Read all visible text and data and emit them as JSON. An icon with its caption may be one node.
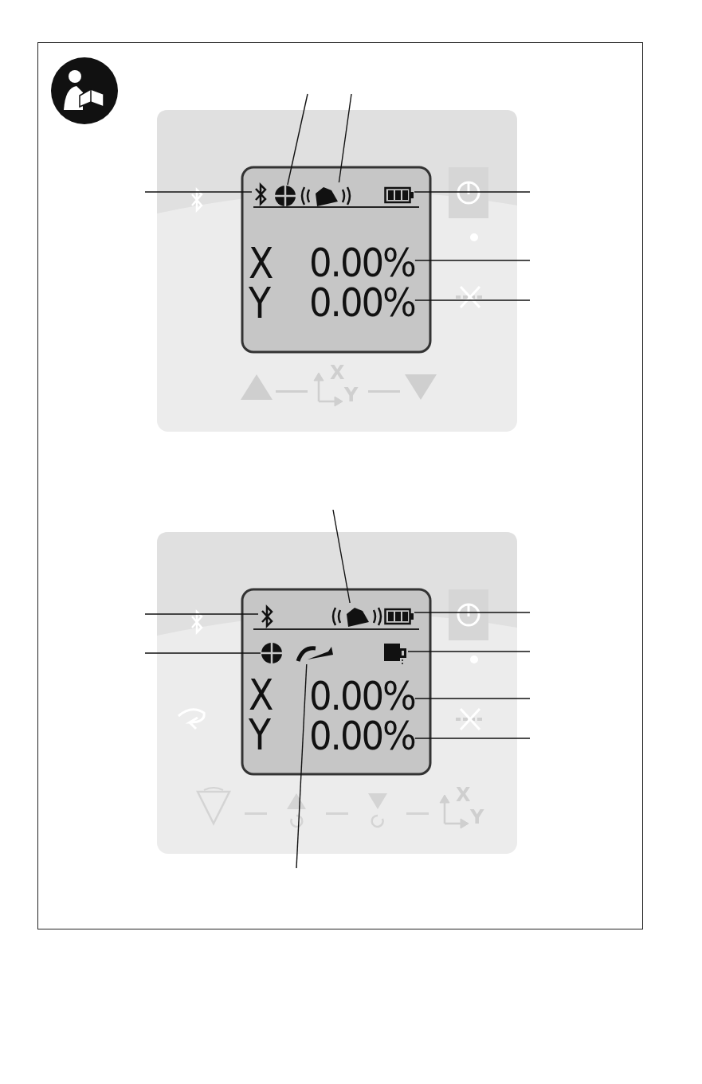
{
  "diagram": {
    "nodes": [
      {
        "text": [],
        "shape": "symbol"
      },
      {
        "text": [],
        "shape": "symbol"
      },
      {
        "text": [],
        "shape": "symbol"
      },
      {
        "text": [],
        "shape": "symbol"
      },
      {
        "text": [
          "0.00%"
        ]
      },
      {
        "text": [
          "0.00%"
        ]
      },
      {
        "text": [],
        "shape": "symbol"
      },
      {
        "text": [],
        "shape": "symbol"
      },
      {
        "text": [],
        "shape": "symbol"
      },
      {
        "text": [],
        "shape": "symbol"
      },
      {
        "text": [],
        "shape": "symbol"
      },
      {
        "text": [],
        "shape": "symbol"
      },
      {
        "text": [
          "0.00%"
        ]
      },
      {
        "text": [
          "0.00%"
        ]
      }
    ],
    "edges": [
      {
        "from": null,
        "to": 0,
        "arrow": "none"
      },
      {
        "from": null,
        "to": 1,
        "arrow": "none"
      },
      {
        "from": null,
        "to": 2,
        "arrow": "none"
      },
      {
        "from": null,
        "to": 3,
        "arrow": "none"
      },
      {
        "from": null,
        "to": 4,
        "arrow": "none"
      },
      {
        "from": null,
        "to": 5,
        "arrow": "none"
      },
      {
        "from": null,
        "to": 6,
        "arrow": "none"
      },
      {
        "from": null,
        "to": 7,
        "arrow": "none"
      },
      {
        "from": null,
        "to": 8,
        "arrow": "none"
      },
      {
        "from": null,
        "to": 9,
        "arrow": "none"
      },
      {
        "from": null,
        "to": 10,
        "arrow": "none"
      },
      {
        "from": null,
        "to": 11,
        "arrow": "none"
      },
      {
        "from": null,
        "to": 12,
        "arrow": "none"
      },
      {
        "from": null,
        "to": 13,
        "arrow": "none"
      }
    ],
    "labels": [
      "X",
      "Y",
      "X",
      "Y",
      "X",
      "Y",
      "X",
      "Y"
    ]
  }
}
